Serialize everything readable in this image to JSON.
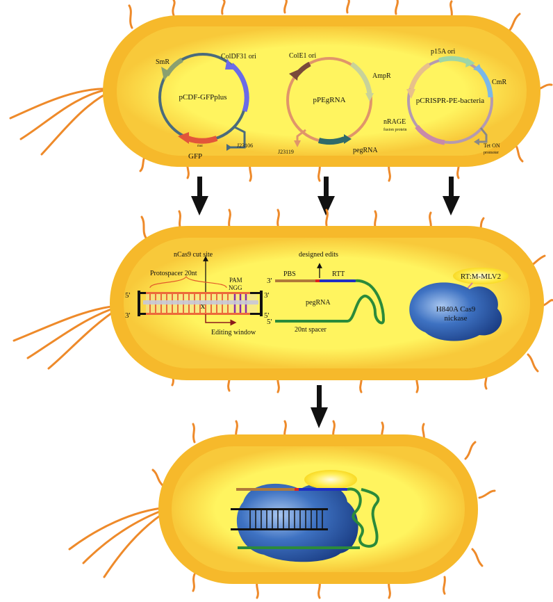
{
  "colors": {
    "cell_outer": "#f6b92b",
    "cell_inner": "#fff45f",
    "flagella": "#ee8a2a",
    "arrow": "#111111",
    "dna_strand": "#ec6a3a",
    "pam_highlight": "#8a2da7",
    "cas9_blob": "#2e63b4",
    "rt_blob": "#ffe22b",
    "spacer_green": "#2b8a3a",
    "pbs_brown": "#b07a3a",
    "rtt_blue": "#1f2fc4",
    "edit_red": "#e02020"
  },
  "plasmids": {
    "p1": {
      "name": "pCDF-GFPplus",
      "ori": "ColDF31 ori",
      "resistance": "SmR",
      "reporter": "GFP",
      "promoter": "J23106",
      "small_label": "mut"
    },
    "p2": {
      "name": "pPEgRNA",
      "ori": "ColE1 ori",
      "resistance": "AmpR",
      "promoter": "J23119",
      "guide": "pegRNA"
    },
    "p3": {
      "name": "pCRISPR-PE-bacteria",
      "ori": "p15A ori",
      "resistance": "CmR",
      "fusion": "nRAGE",
      "fusion_sub": "fusion protein",
      "promoter": "Tet ON",
      "promoter_sub": "promoter"
    }
  },
  "middle": {
    "cut_site": "nCas9 cut site",
    "protospacer": "Protospacer 20nt",
    "pam": "PAM",
    "pam_seq": "NGG",
    "editing_window": "Editing window",
    "five_prime": "5'",
    "three_prime": "3'",
    "designed_edits": "designed edits",
    "pbs": "PBS",
    "rtt": "RTT",
    "pegrna": "pegRNA",
    "spacer": "20nt spacer",
    "rt": "RT:M-MLV2",
    "cas9_line1": "H840A  Cas9",
    "cas9_line2": "nickase"
  }
}
